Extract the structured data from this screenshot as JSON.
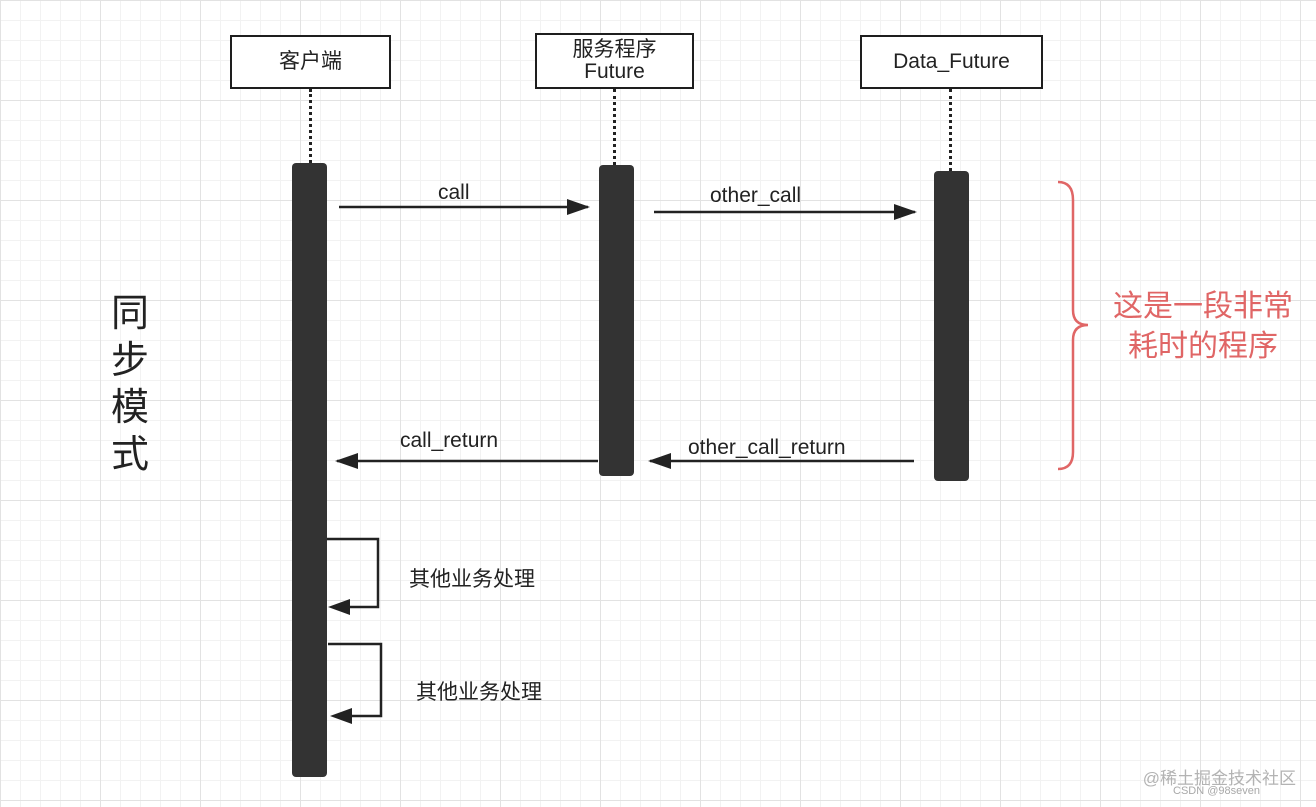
{
  "participants": [
    {
      "id": "client",
      "label": "客户端"
    },
    {
      "id": "service",
      "label": "服务程序\nFuture"
    },
    {
      "id": "data",
      "label": "Data_Future"
    }
  ],
  "messages": {
    "call": "call",
    "other_call": "other_call",
    "call_return": "call_return",
    "other_call_return": "other_call_return",
    "self_1": "其他业务处理",
    "self_2": "其他业务处理"
  },
  "side_title": [
    "同",
    "步",
    "模",
    "式"
  ],
  "note": {
    "lines": [
      "这是一段非常",
      "耗时的程序"
    ],
    "color": "#e06666"
  },
  "colors": {
    "activation": "#333333",
    "arrow": "#222222",
    "brace": "#e06666"
  },
  "watermark": {
    "text": "@稀土掘金技术社区",
    "sub": "CSDN @98seven"
  }
}
